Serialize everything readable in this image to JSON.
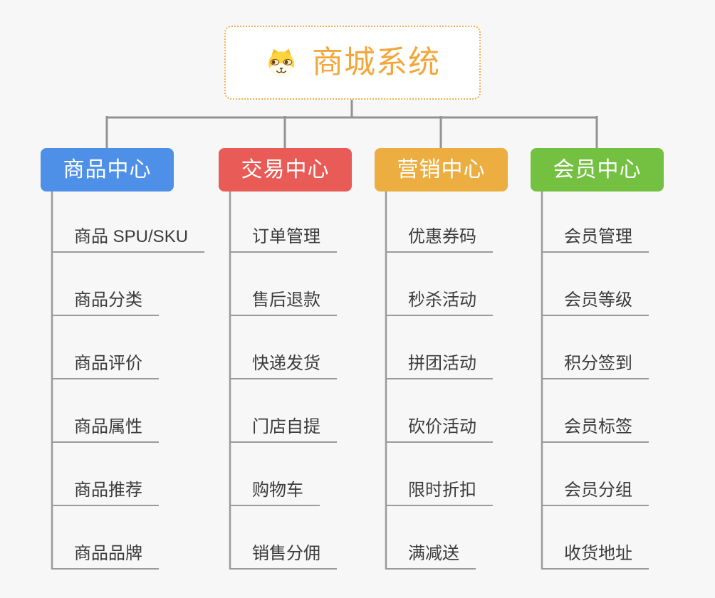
{
  "root": {
    "label": "商城系统",
    "icon": "doge-icon",
    "text_color": "#f3a73b",
    "border_color": "#f2b04e"
  },
  "connector_color": "#939393",
  "leaf_underline_color": "#9a9a9a",
  "branches": [
    {
      "label": "商品中心",
      "color": "#4e90e8",
      "children": [
        "商品 SPU/SKU",
        "商品分类",
        "商品评价",
        "商品属性",
        "商品推荐",
        "商品品牌"
      ]
    },
    {
      "label": "交易中心",
      "color": "#e85b57",
      "children": [
        "订单管理",
        "售后退款",
        "快递发货",
        "门店自提",
        "购物车",
        "销售分佣"
      ]
    },
    {
      "label": "营销中心",
      "color": "#ecad41",
      "children": [
        "优惠券码",
        "秒杀活动",
        "拼团活动",
        "砍价活动",
        "限时折扣",
        "满减送"
      ]
    },
    {
      "label": "会员中心",
      "color": "#74c041",
      "children": [
        "会员管理",
        "会员等级",
        "积分签到",
        "会员标签",
        "会员分组",
        "收货地址"
      ]
    }
  ]
}
